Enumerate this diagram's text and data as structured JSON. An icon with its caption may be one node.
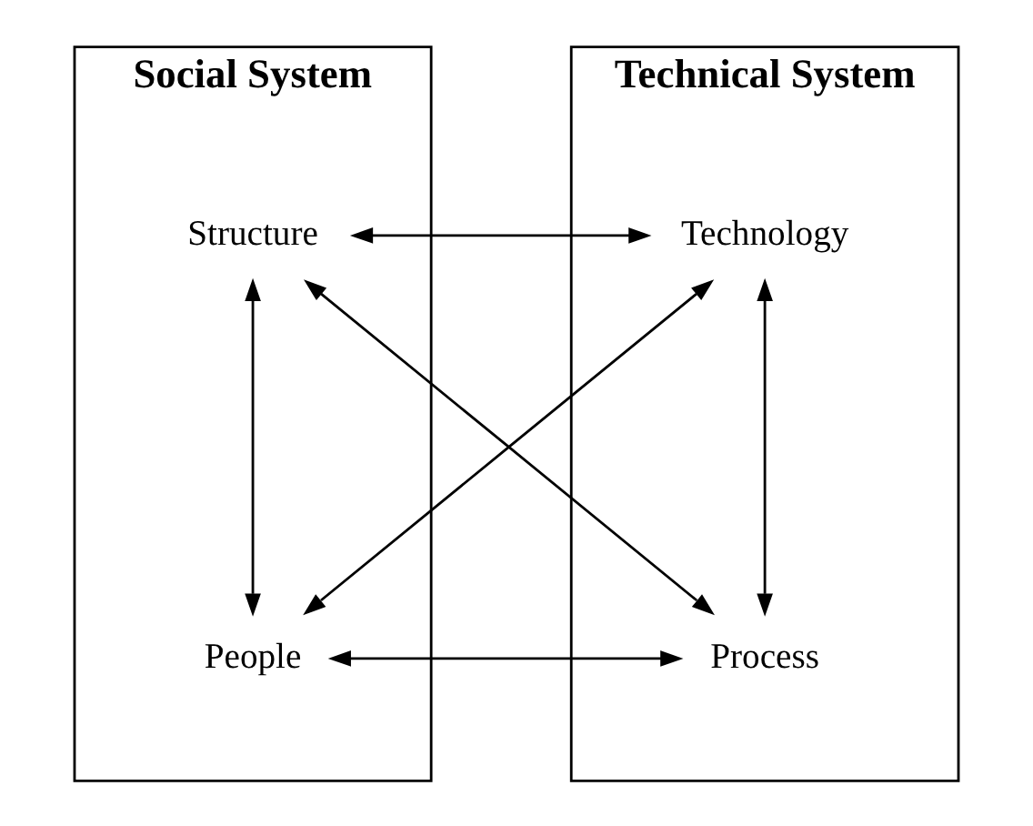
{
  "diagram": {
    "nodes": [
      {
        "text": [
          "Social System"
        ]
      },
      {
        "text": [
          "Structure"
        ],
        "in": 0
      },
      {
        "text": [
          "People"
        ],
        "in": 0
      },
      {
        "text": [
          "Technical System"
        ]
      },
      {
        "text": [
          "Technology"
        ],
        "in": 3
      },
      {
        "text": [
          "Process"
        ],
        "in": 3
      }
    ],
    "edges": [
      {
        "from": 1,
        "to": 4,
        "arrow": "both"
      },
      {
        "from": 1,
        "to": 2,
        "arrow": "both"
      },
      {
        "from": 4,
        "to": 5,
        "arrow": "both"
      },
      {
        "from": 1,
        "to": 5,
        "arrow": "both"
      },
      {
        "from": 4,
        "to": 2,
        "arrow": "both"
      },
      {
        "from": 2,
        "to": 5,
        "arrow": "both"
      }
    ]
  }
}
